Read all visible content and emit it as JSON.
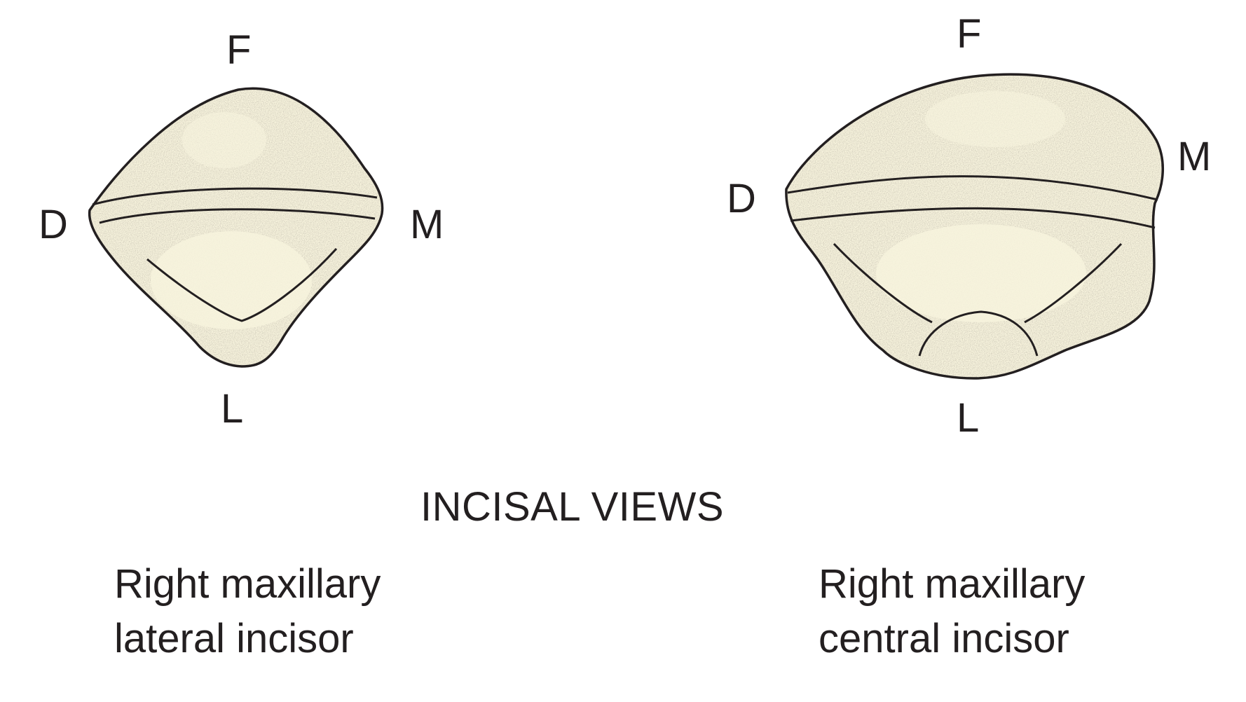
{
  "heading": "INCISAL VIEWS",
  "colors": {
    "tooth_fill": "#f7f3dd",
    "outline": "#231f20",
    "stipple": "#3a3530"
  },
  "teeth": [
    {
      "caption_line1": "Right maxillary",
      "caption_line2": "lateral incisor",
      "labels": {
        "facial": "F",
        "distal": "D",
        "mesial": "M",
        "lingual": "L"
      }
    },
    {
      "caption_line1": "Right maxillary",
      "caption_line2": "central incisor",
      "labels": {
        "facial": "F",
        "distal": "D",
        "mesial": "M",
        "lingual": "L"
      }
    }
  ]
}
